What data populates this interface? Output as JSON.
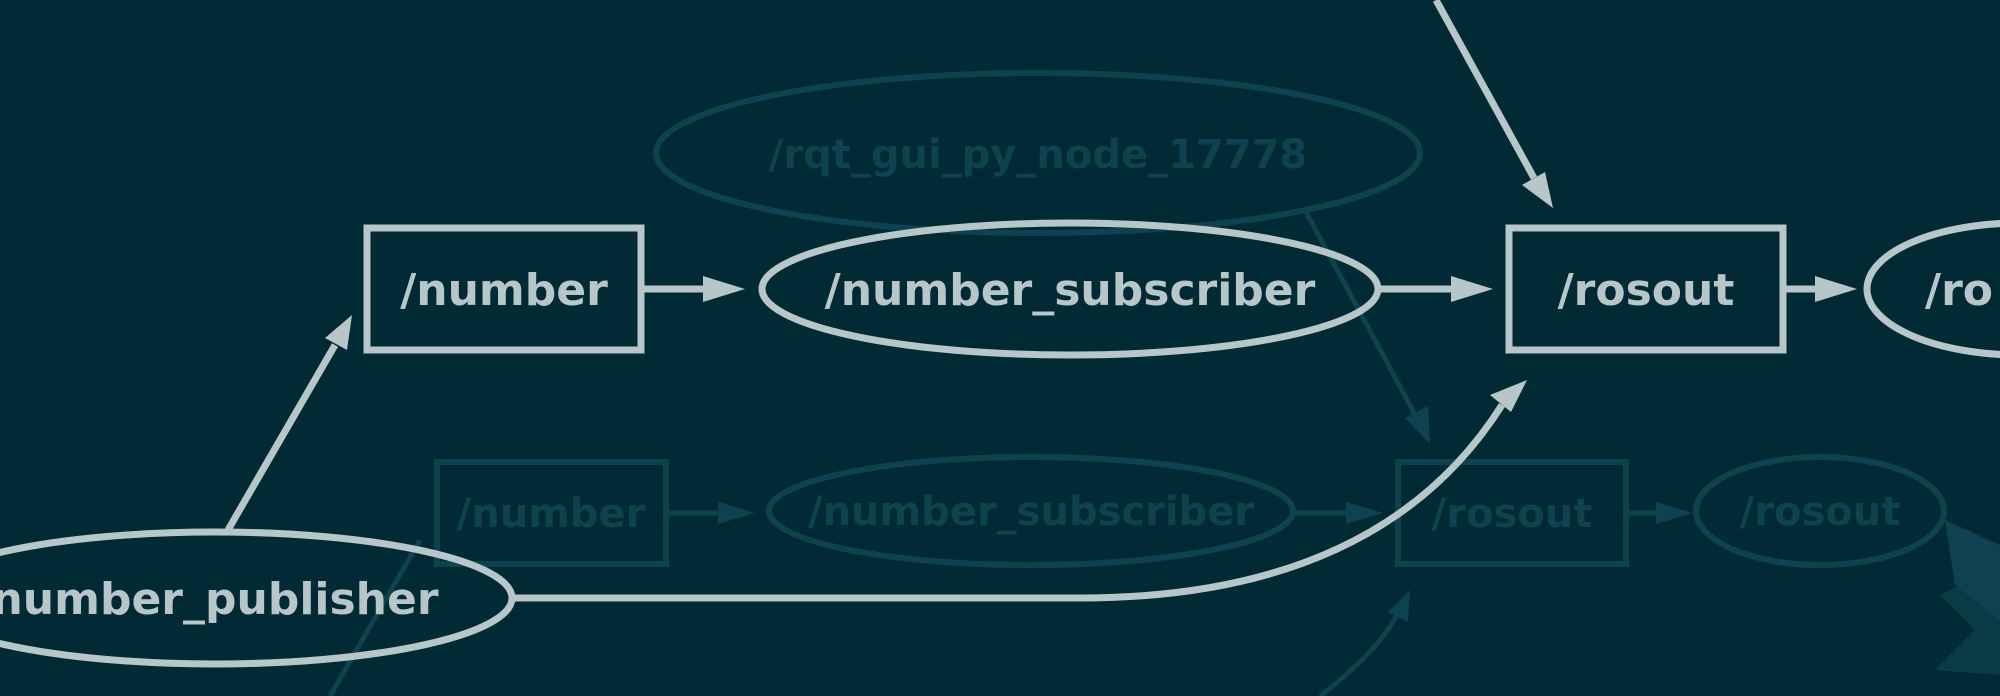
{
  "colors": {
    "background": "#022a35",
    "foreground": "#b6c6c9",
    "ghost": "#0f4250"
  },
  "graph": {
    "nodes": {
      "number_topic": "/number",
      "number_subscriber": "/number_subscriber",
      "rosout_topic": "/rosout",
      "rosout_node": "/ro",
      "number_publisher": "number_publisher"
    },
    "ghost_nodes": {
      "rqt_gui": "/rqt_gui_py_node_17778",
      "number_topic": "/number",
      "number_subscriber": "/number_subscriber",
      "rosout_topic": "/rosout",
      "rosout_node": "/rosout"
    }
  }
}
